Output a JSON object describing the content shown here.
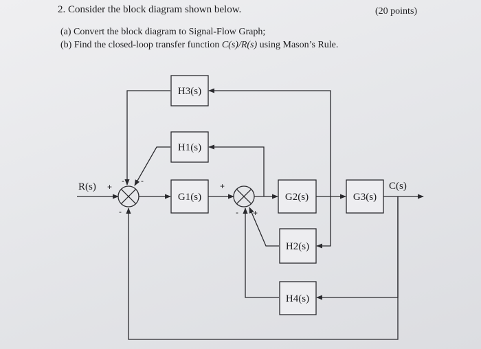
{
  "question": {
    "header": "2. Consider the block diagram shown below.",
    "points": "(20 points)",
    "part_a": "(a) Convert the block diagram to Signal-Flow Graph;",
    "part_b_prefix": "(b) Find the closed-loop transfer function ",
    "part_b_expr": "C(s)/R(s)",
    "part_b_suffix": " using Mason’s Rule."
  },
  "diagram": {
    "input": "R(s)",
    "output": "C(s)",
    "blocks": {
      "h3": "H3(s)",
      "h1": "H1(s)",
      "g1": "G1(s)",
      "g2": "G2(s)",
      "g3": "G3(s)",
      "h2": "H2(s)",
      "h4": "H4(s)"
    },
    "signs": {
      "sum1_input": "+",
      "sum1_top_a": "-",
      "sum1_top_b": "-",
      "sum1_bottom": "-",
      "sum2_input": "+",
      "sum2_bottom_a": "-",
      "sum2_bottom_b": "+"
    }
  }
}
